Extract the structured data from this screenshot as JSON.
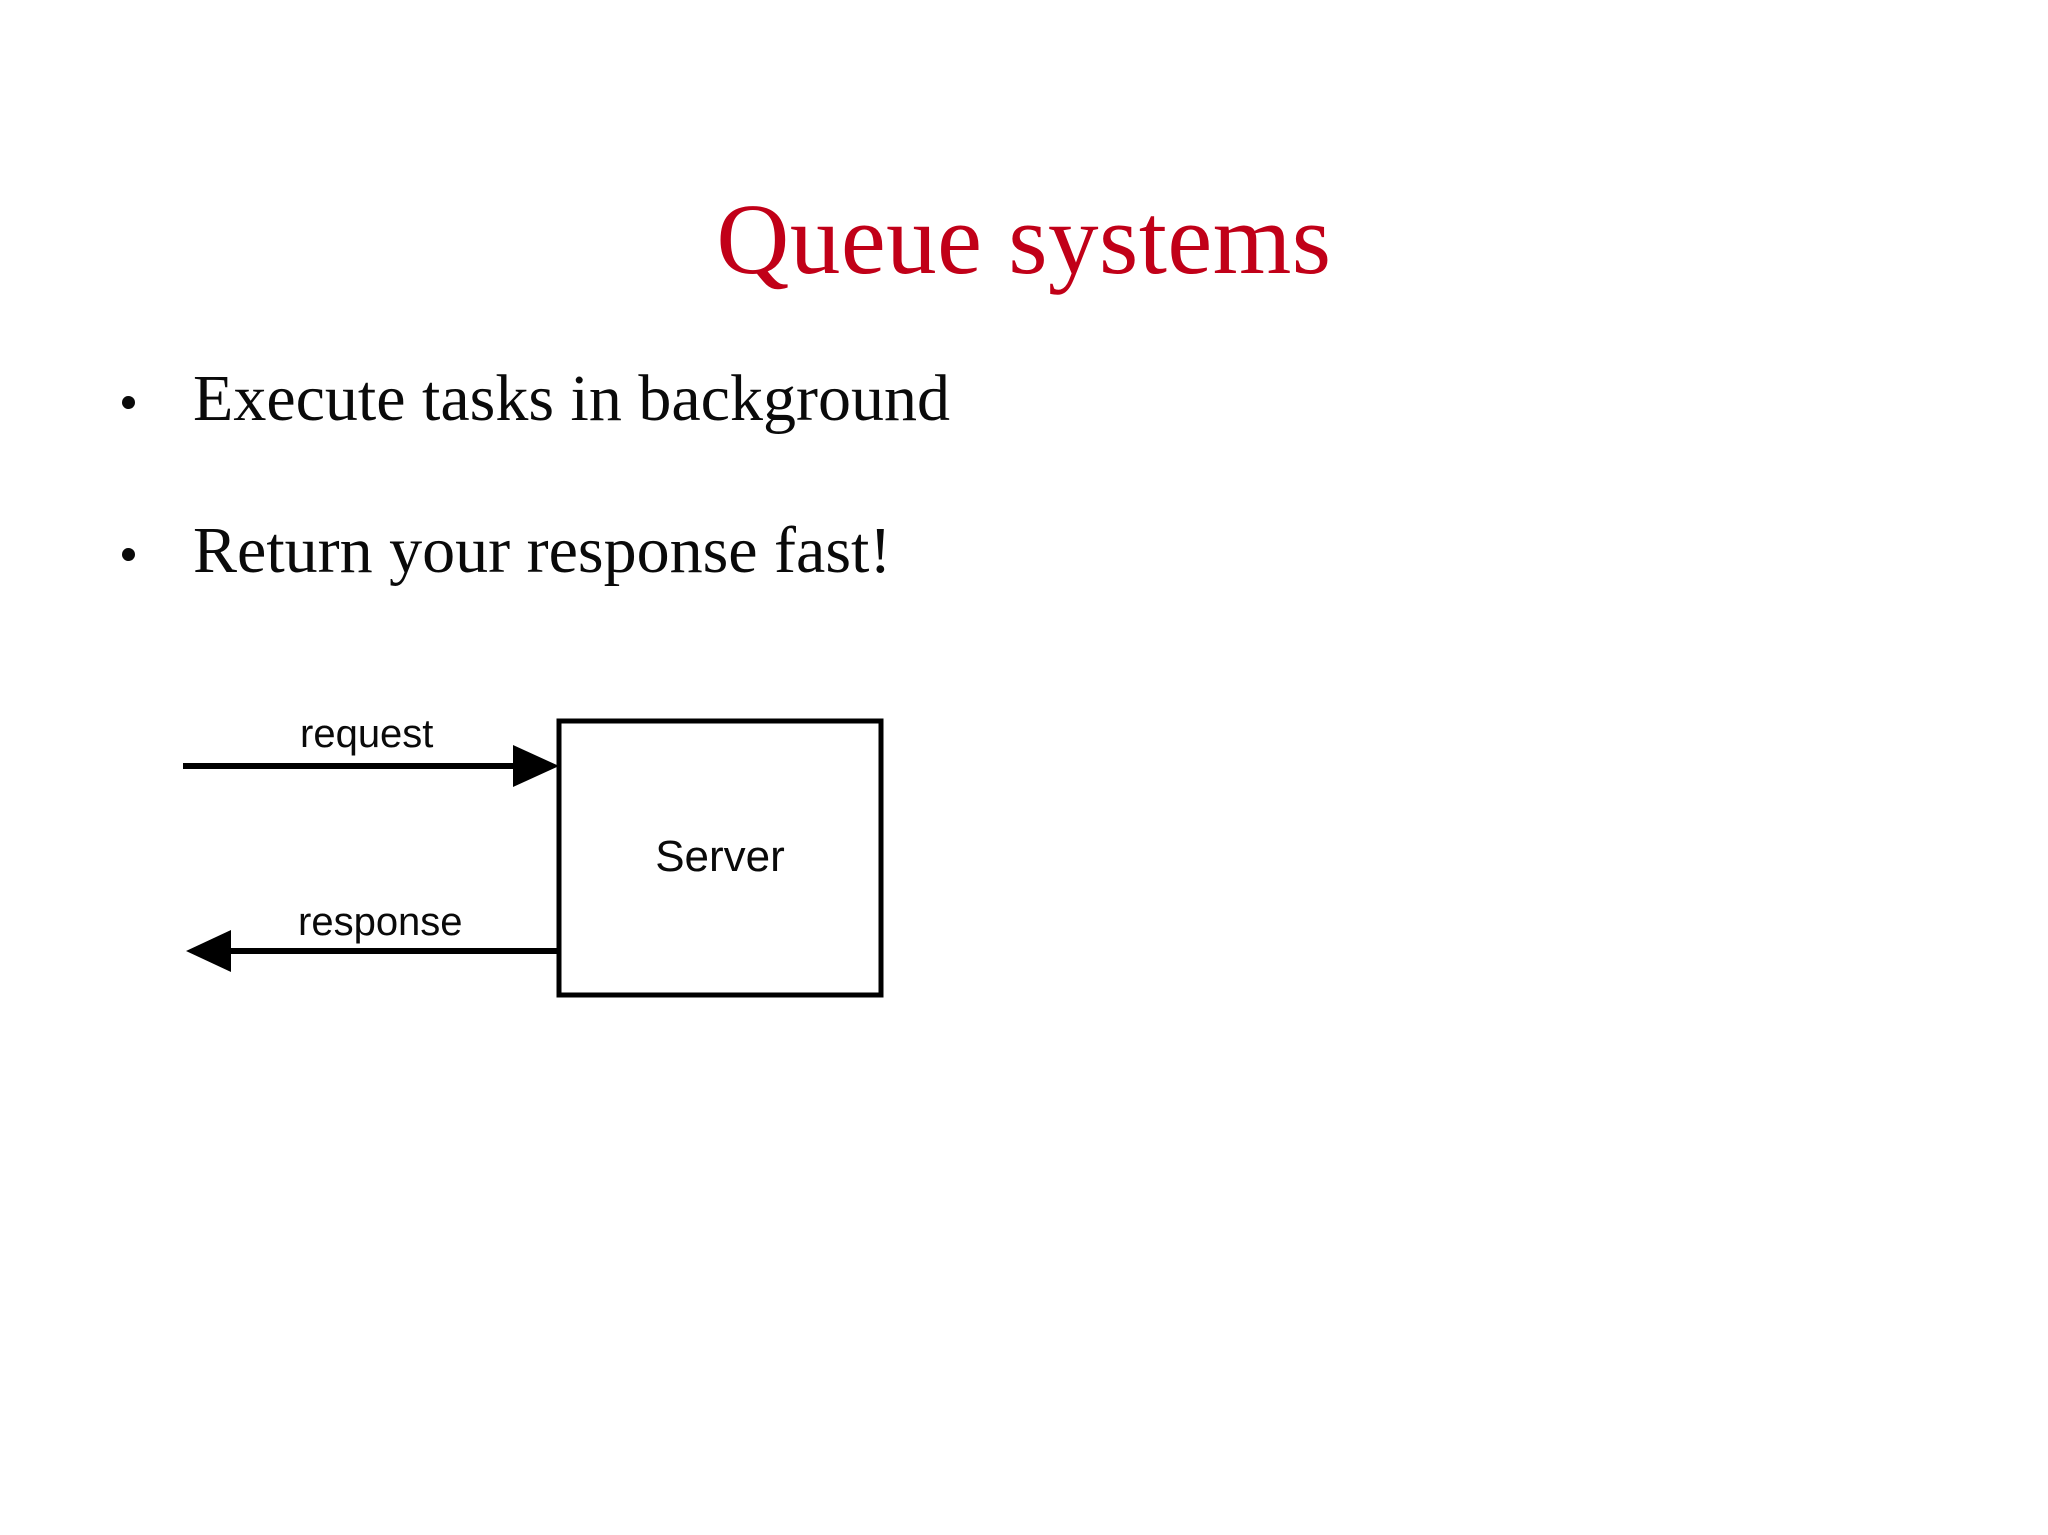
{
  "slide": {
    "title": "Queue systems",
    "title_color": "#c10018",
    "background_color": "#ffffff",
    "body_text_color": "#0a0a0a",
    "bullets": [
      {
        "marker": "dot",
        "text": "Execute tasks in background"
      },
      {
        "marker": "dot",
        "text": "Return your response fast!"
      }
    ],
    "diagram": {
      "type": "request-response-flow",
      "node_label": "Server",
      "inbound_arrow": {
        "label": "request",
        "direction": "right",
        "from": "client",
        "to": "server"
      },
      "outbound_arrow": {
        "label": "response",
        "direction": "left",
        "from": "server",
        "to": "client"
      },
      "stroke_color": "#000000"
    }
  }
}
